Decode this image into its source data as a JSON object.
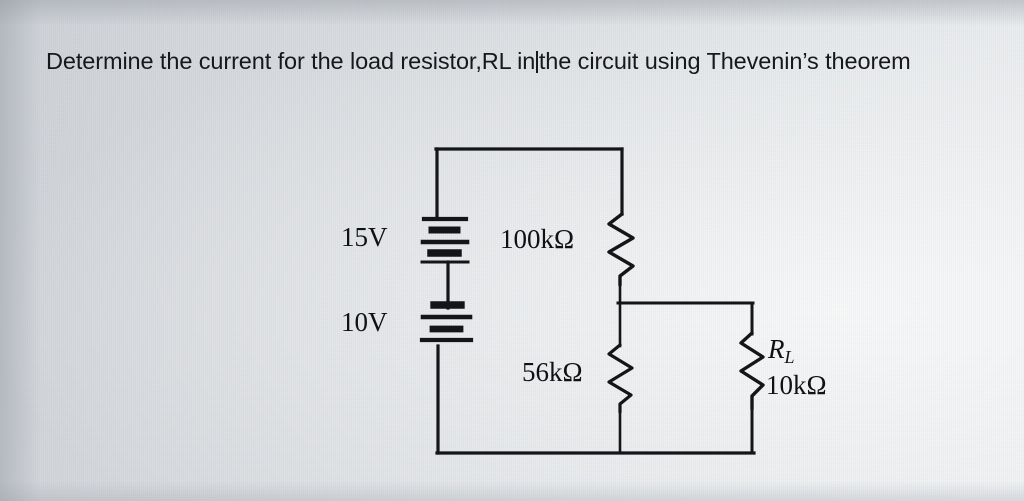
{
  "page": {
    "background_color": "#dcdfe2",
    "ink_color": "#141518"
  },
  "prompt": {
    "text_before_caret": "Determine the current for the load resistor,RL in",
    "text_after_caret": "the circuit using Thevenin’s theorem",
    "full_text": "Determine the current for the load resistor,RL in|the circuit using Thevenin’s theorem",
    "caret_visible": true
  },
  "circuit": {
    "title": "thevenin-theorem-circuit",
    "sources": [
      {
        "id": "v1",
        "name": "battery-15v",
        "label": "15V",
        "type": "battery",
        "cells": 2
      },
      {
        "id": "v2",
        "name": "battery-10v",
        "label": "10V",
        "type": "battery",
        "cells": 2
      }
    ],
    "resistors": [
      {
        "id": "r1",
        "name": "resistor-100k",
        "label": "100kΩ",
        "value": "100kΩ",
        "orientation": "vertical"
      },
      {
        "id": "r2",
        "name": "resistor-56k",
        "label": "56kΩ",
        "value": "56kΩ",
        "orientation": "vertical"
      },
      {
        "id": "rl",
        "name": "resistor-load",
        "designator": "R",
        "subscript": "L",
        "label": "10kΩ",
        "value": "10kΩ",
        "orientation": "vertical"
      }
    ]
  }
}
